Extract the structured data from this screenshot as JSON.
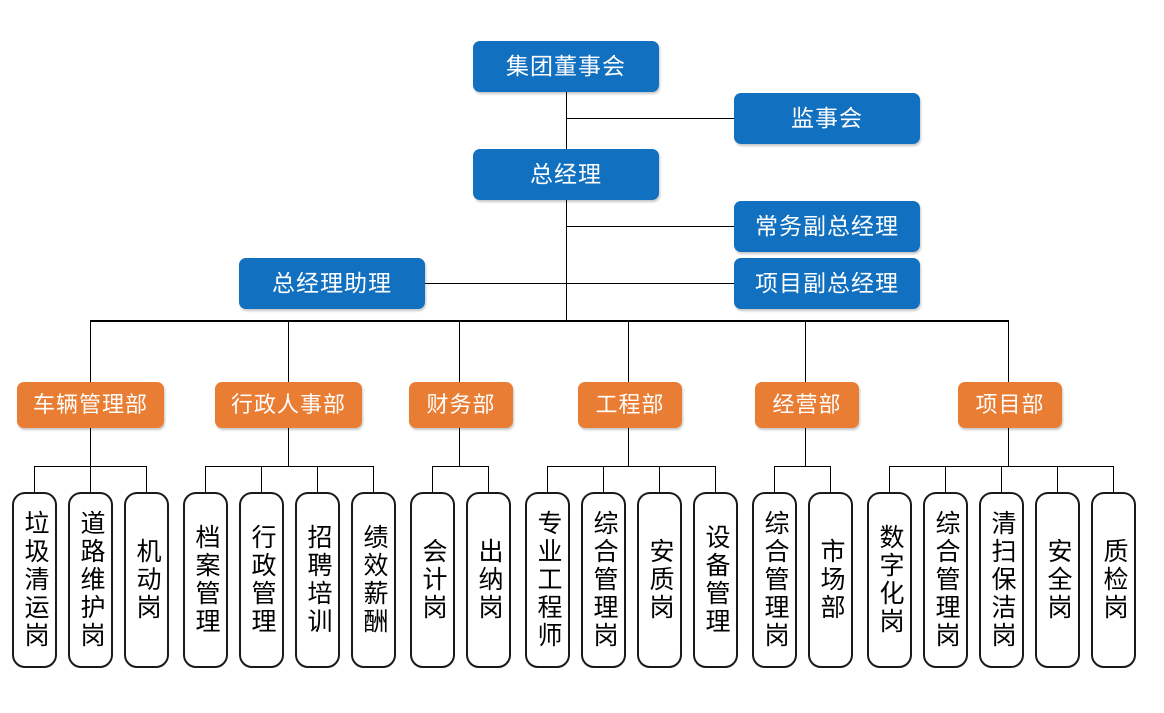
{
  "chart_title": "",
  "colors": {
    "executive_box": "#1270C0",
    "department_box": "#E87D33",
    "leaf_box_fill": "#FFFFFF",
    "leaf_box_border": "#1A1A1A",
    "connector_line": "#000000",
    "executive_text": "#FFFFFF",
    "department_text": "#FFFFFF",
    "leaf_text": "#000000"
  },
  "org_chart": {
    "type": "hierarchy",
    "executive_nodes": [
      {
        "id": "board",
        "label": "集团董事会",
        "level": 1,
        "style": "blue"
      },
      {
        "id": "supervisor",
        "label": "监事会",
        "level": 1,
        "style": "blue"
      },
      {
        "id": "gm",
        "label": "总经理",
        "level": 2,
        "style": "blue"
      },
      {
        "id": "exec_vp",
        "label": "常务副总经理",
        "level": 3,
        "style": "blue"
      },
      {
        "id": "gm_assistant",
        "label": "总经理助理",
        "level": 3,
        "style": "blue"
      },
      {
        "id": "project_vp",
        "label": "项目副总经理",
        "level": 3,
        "style": "blue"
      }
    ],
    "departments": [
      {
        "id": "vehicle",
        "label": "车辆管理部",
        "style": "orange",
        "positions": [
          "垃圾清运岗",
          "道路维护岗",
          "机动岗"
        ]
      },
      {
        "id": "admin_hr",
        "label": "行政人事部",
        "style": "orange",
        "positions": [
          "档案管理",
          "行政管理",
          "招聘培训",
          "绩效薪酬"
        ]
      },
      {
        "id": "finance",
        "label": "财务部",
        "style": "orange",
        "positions": [
          "会计岗",
          "出纳岗"
        ]
      },
      {
        "id": "engineering",
        "label": "工程部",
        "style": "orange",
        "positions": [
          "专业工程师",
          "综合管理岗",
          "安质岗",
          "设备管理"
        ]
      },
      {
        "id": "operations",
        "label": "经营部",
        "style": "orange",
        "positions": [
          "综合管理岗",
          "市场部"
        ]
      },
      {
        "id": "project",
        "label": "项目部",
        "style": "orange",
        "positions": [
          "数字化岗",
          "综合管理岗",
          "清扫保洁岗",
          "安全岗",
          "质检岗"
        ]
      }
    ]
  }
}
